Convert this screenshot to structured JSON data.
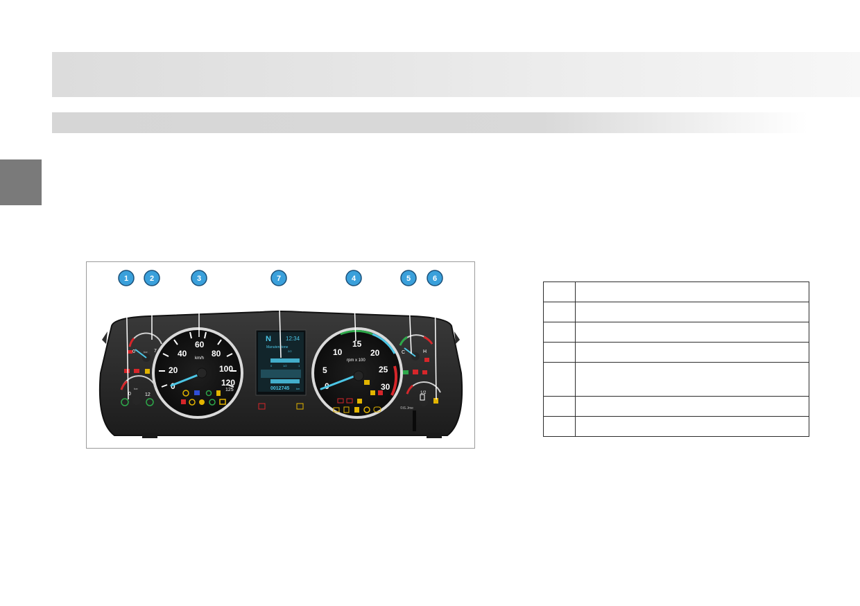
{
  "figure": {
    "callouts": [
      "1",
      "2",
      "3",
      "7",
      "4",
      "5",
      "6"
    ],
    "speedometer": {
      "ticks": [
        "0",
        "20",
        "40",
        "60",
        "80",
        "100",
        "120"
      ],
      "max_label": "125",
      "unit": "km/h"
    },
    "tachometer": {
      "ticks": [
        "0",
        "5",
        "10",
        "15",
        "20",
        "25",
        "30"
      ],
      "unit": "rpm x 100"
    },
    "display": {
      "gear": "N",
      "clock": "12:34",
      "message": "Manutenzione",
      "message_sub": "2/2",
      "scale_left": "0",
      "scale_mid": "1/2",
      "scale_right": "1",
      "odometer": "0012745",
      "odometer_unit": "km"
    },
    "gauge_oil": {
      "min": "0",
      "max": "7",
      "unit": "bar"
    },
    "gauge_air": {
      "min": "0",
      "max": "12",
      "unit": "bar"
    },
    "gauge_temp": {
      "cold": "C",
      "hot": "H"
    },
    "gauge_fuel": {
      "half": "1/2"
    },
    "maker_mark": "©iS.Jme"
  },
  "legend_rows": [
    {
      "num": "",
      "text": ""
    },
    {
      "num": "",
      "text": ""
    },
    {
      "num": "",
      "text": ""
    },
    {
      "num": "",
      "text": ""
    },
    {
      "num": "",
      "text": ""
    },
    {
      "num": "",
      "text": ""
    },
    {
      "num": "",
      "text": ""
    }
  ]
}
